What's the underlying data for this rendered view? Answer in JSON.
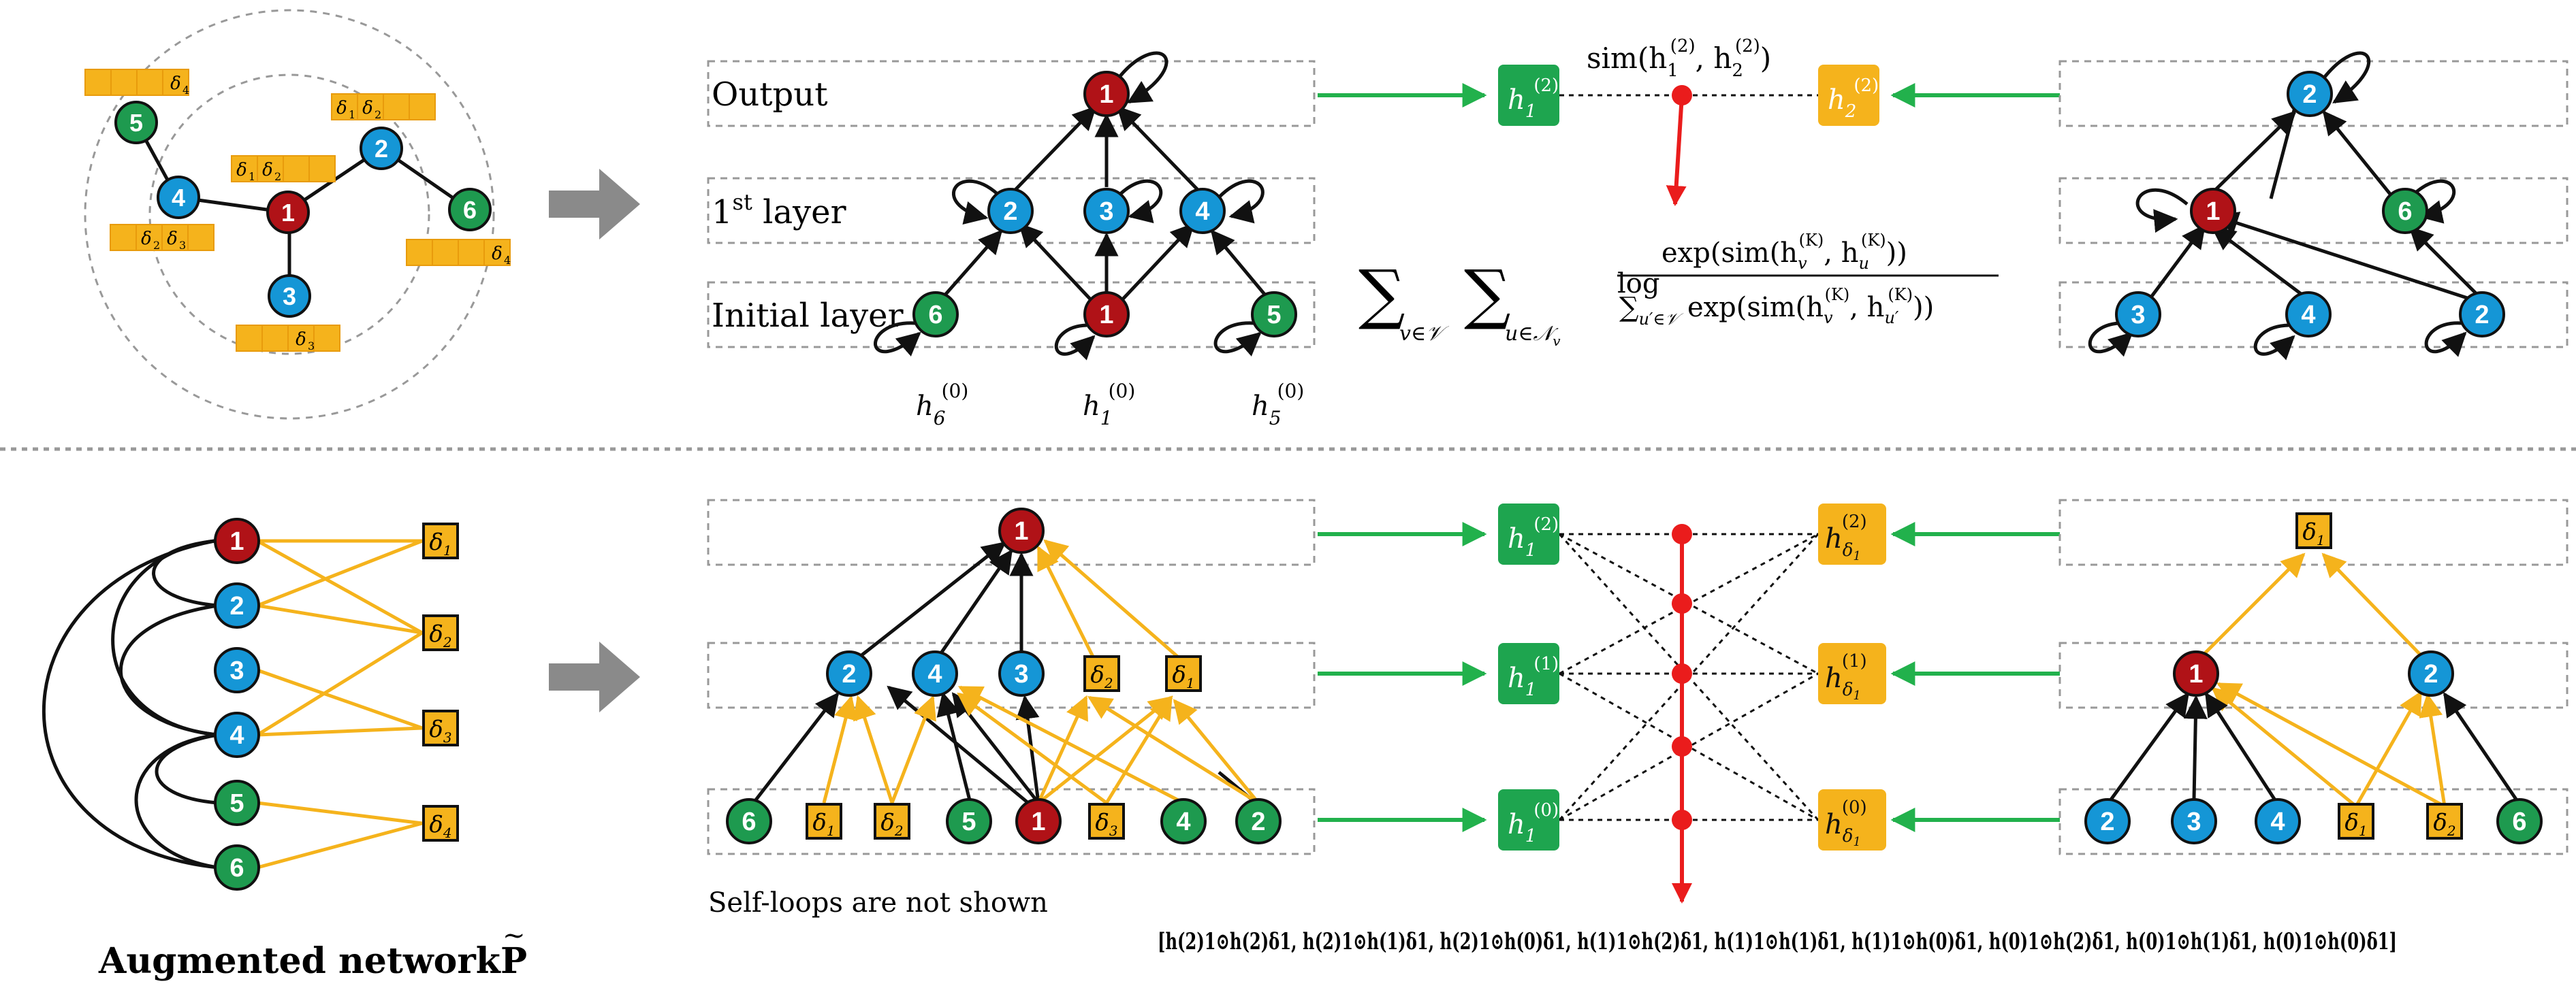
{
  "colors": {
    "red_node": "#b01217",
    "blue_node": "#1596d6",
    "green_node": "#1e9a4f",
    "orange": "#f5b31c",
    "green_box": "#1ea54f",
    "green_arrow": "#22b14c",
    "yellow_edge": "#f5b31c",
    "red_arrow": "#ea1c1c"
  },
  "top": {
    "layer_labels": {
      "output": "Output",
      "first": "1",
      "first_sup": "st",
      "first_suffix": " layer",
      "initial": "Initial layer"
    },
    "h_labels": {
      "h6": "h",
      "h6_sub": "6",
      "h1": "h",
      "h1_sub": "1",
      "h5": "h",
      "h5_sub": "5",
      "sup0": "(0)"
    },
    "box_h1": {
      "base": "h",
      "sub": "1",
      "sup": "(2)"
    },
    "box_h2": {
      "base": "h",
      "sub": "2",
      "sup": "(2)"
    },
    "sim_label": "sim(h",
    "formula": {
      "sum1_sub": "v∈𝒱",
      "sum2_sub": "u∈𝒩",
      "log": "log",
      "numerator": "exp(sim(h",
      "denominator": "exp(sim(h"
    }
  },
  "bottom": {
    "caption": "Self-loops are not shown",
    "title": "Augmented network",
    "title_symbol": "P",
    "left_graph_labels": [
      "1",
      "2",
      "3",
      "4",
      "5",
      "6"
    ],
    "delta_labels": [
      "δ1",
      "δ2",
      "δ3",
      "δ4"
    ],
    "mid_labels": [
      "2",
      "4",
      "3"
    ],
    "bottom_row": [
      "6",
      "δ1",
      "δ2",
      "5",
      "1",
      "δ3",
      "4",
      "2"
    ],
    "right_bottom_row": [
      "2",
      "3",
      "4",
      "δ1",
      "δ2",
      "6"
    ],
    "h1_boxes": [
      {
        "base": "h",
        "sub": "1",
        "sup": "(2)"
      },
      {
        "base": "h",
        "sub": "1",
        "sup": "(1)"
      },
      {
        "base": "h",
        "sub": "1",
        "sup": "(0)"
      }
    ],
    "hd_boxes": [
      {
        "base": "h",
        "sub": "δ",
        "sub2": "1",
        "sup": "(2)"
      },
      {
        "base": "h",
        "sub": "δ",
        "sub2": "1",
        "sup": "(1)"
      },
      {
        "base": "h",
        "sub": "δ",
        "sub2": "1",
        "sup": "(0)"
      }
    ],
    "concat_formula": "[h(2)1⊙h(2)δ1, h(2)1⊙h(1)δ1, h(2)1⊙h(0)δ1, h(1)1⊙h(2)δ1, h(1)1⊙h(1)δ1, h(1)1⊙h(0)δ1, h(0)1⊙h(2)δ1, h(0)1⊙h(1)δ1, h(0)1⊙h(0)δ1]"
  }
}
